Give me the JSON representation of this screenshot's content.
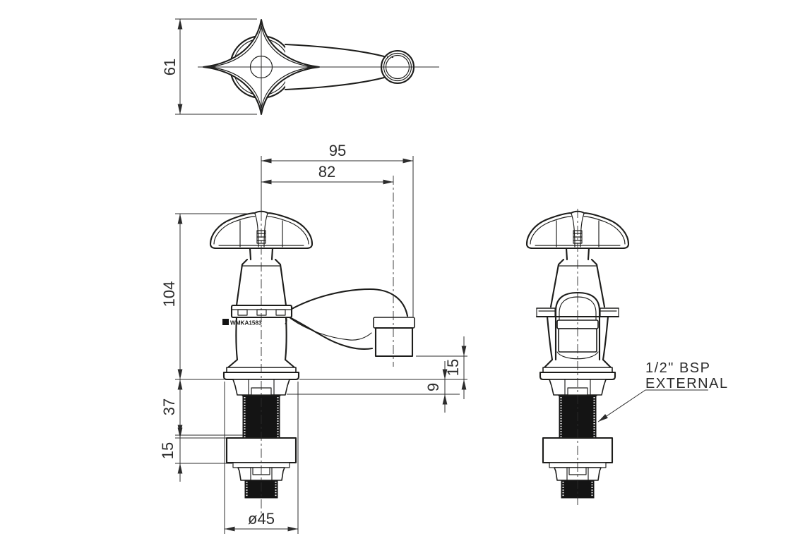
{
  "drawing": {
    "background": "#ffffff",
    "line_color": "#1d1d1b",
    "dimensions": {
      "handle_width": "61",
      "reach_overall": "95",
      "reach_to_outlet_center": "82",
      "height_above_deck": "104",
      "shank_below_deck": "37",
      "locknut_section": "15",
      "outlet_clearance": "15",
      "deck_step": "9",
      "base_diameter": "ø45"
    },
    "annotations": {
      "thread_line1": "1/2\" BSP",
      "thread_line2": "EXTERNAL",
      "watermark_code": "WMKA1583"
    }
  }
}
